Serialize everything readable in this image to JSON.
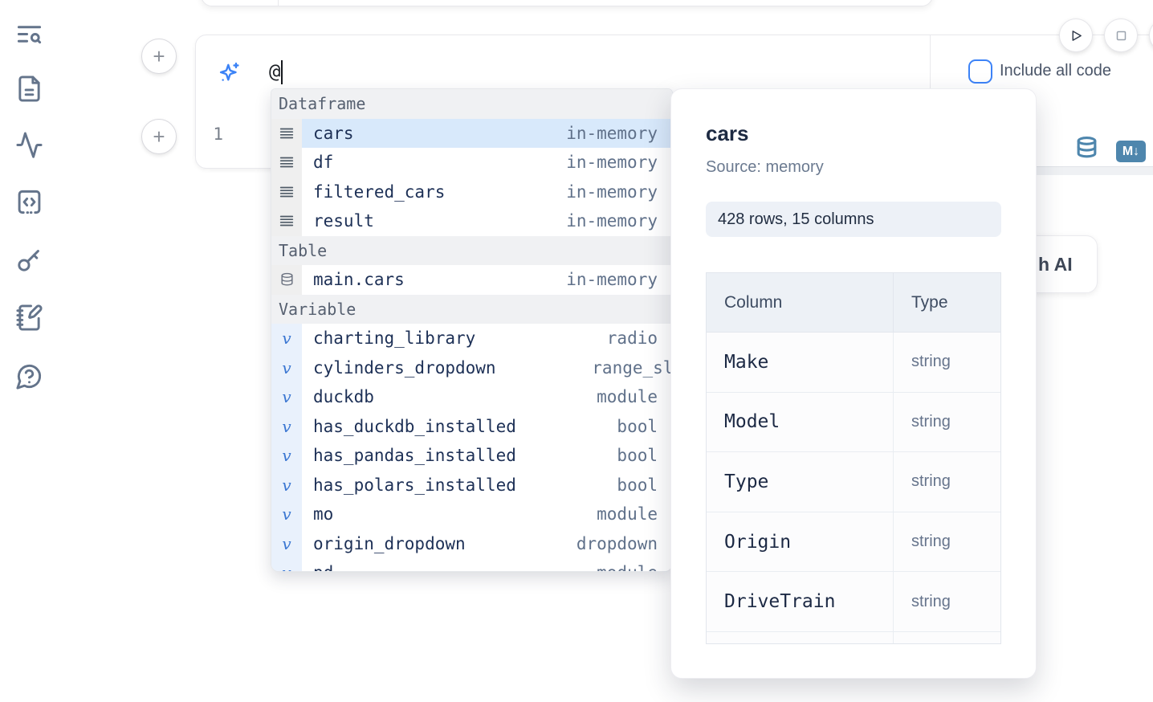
{
  "colors": {
    "accent_blue": "#3b82f6",
    "steel_blue": "#4e86ad",
    "selection_highlight": "#d8e9fb",
    "name_text": "#1d3056",
    "muted_text": "#60718a"
  },
  "sidebar": {
    "icons": [
      "table-of-contents-search",
      "file-document",
      "activity-logs",
      "code-snippets",
      "secrets-key",
      "scratchpad-notebook",
      "help-chat"
    ]
  },
  "add_cell_label": "+",
  "controls": {
    "play": "play-icon",
    "stop": "stop-icon"
  },
  "prompt": {
    "value": "@",
    "include_all_code_label": "Include all code",
    "sparkle_icon": "sparkles-icon"
  },
  "editor": {
    "line_number": "1",
    "icons": {
      "database": "database-icon",
      "markdown": "markdown-icon",
      "markdown_glyph": "M↓"
    }
  },
  "autocomplete": {
    "sections": [
      {
        "label": "Dataframe",
        "kind": "dataframe",
        "items": [
          {
            "name": "cars",
            "type": "in-memory",
            "selected": true
          },
          {
            "name": "df",
            "type": "in-memory"
          },
          {
            "name": "filtered_cars",
            "type": "in-memory"
          },
          {
            "name": "result",
            "type": "in-memory"
          }
        ]
      },
      {
        "label": "Table",
        "kind": "table",
        "items": [
          {
            "name": "main.cars",
            "type": "in-memory"
          }
        ]
      },
      {
        "label": "Variable",
        "kind": "variable",
        "items": [
          {
            "name": "charting_library",
            "type": "radio"
          },
          {
            "name": "cylinders_dropdown",
            "type": "range_slider",
            "overflow": true
          },
          {
            "name": "duckdb",
            "type": "module"
          },
          {
            "name": "has_duckdb_installed",
            "type": "bool"
          },
          {
            "name": "has_pandas_installed",
            "type": "bool"
          },
          {
            "name": "has_polars_installed",
            "type": "bool"
          },
          {
            "name": "mo",
            "type": "module"
          },
          {
            "name": "origin_dropdown",
            "type": "dropdown"
          },
          {
            "name": "pd",
            "type": "module",
            "clipped": true
          }
        ]
      }
    ]
  },
  "preview_panel": {
    "title": "cars",
    "source": "Source: memory",
    "shape_badge": "428 rows, 15 columns",
    "schema_table": {
      "headers": [
        "Column",
        "Type"
      ],
      "rows": [
        [
          "Make",
          "string"
        ],
        [
          "Model",
          "string"
        ],
        [
          "Type",
          "string"
        ],
        [
          "Origin",
          "string"
        ],
        [
          "DriveTrain",
          "string"
        ],
        [
          "",
          ""
        ]
      ]
    }
  },
  "partial_ai_button": {
    "visible_text": "h AI"
  }
}
